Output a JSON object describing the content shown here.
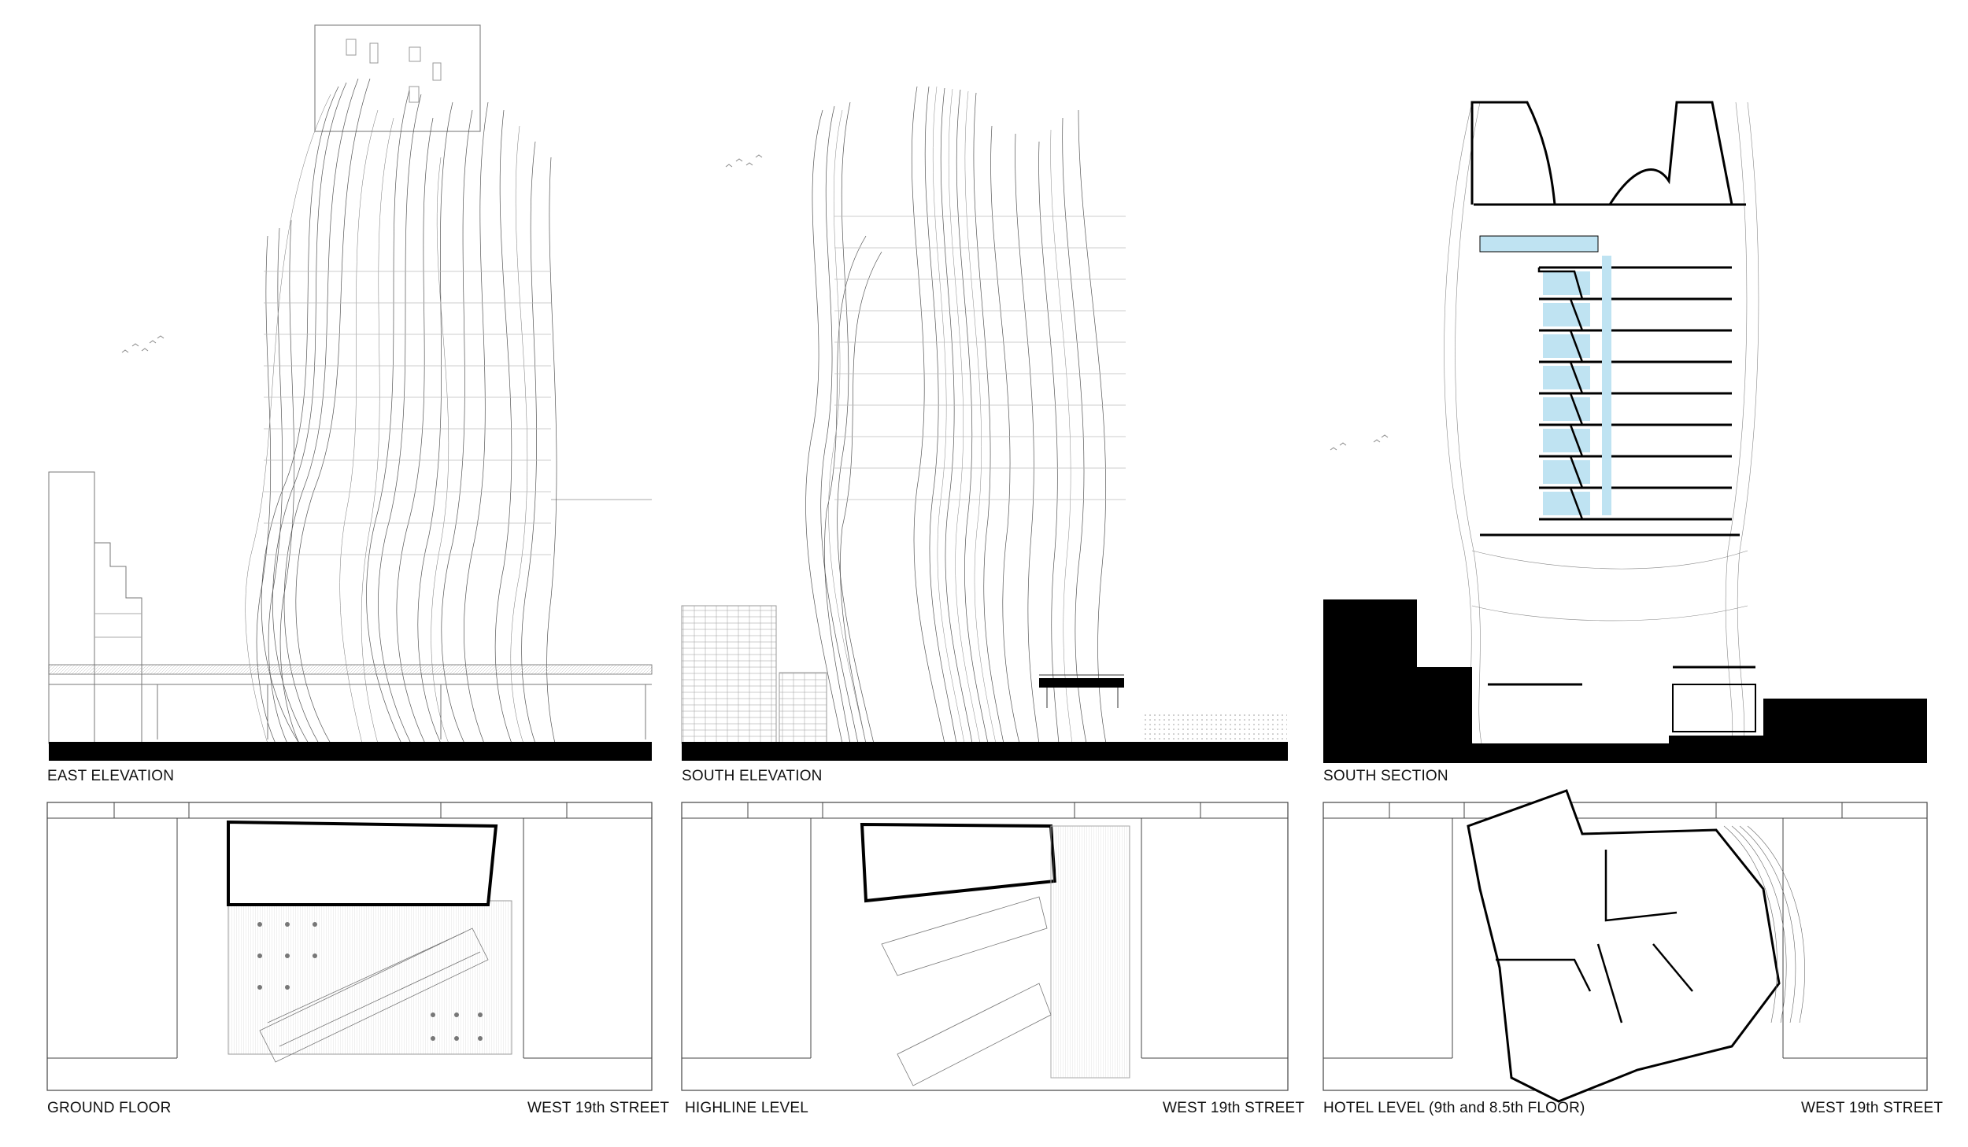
{
  "elevations": [
    {
      "id": "east",
      "label": "EAST ELEVATION"
    },
    {
      "id": "south",
      "label": "SOUTH ELEVATION"
    },
    {
      "id": "section",
      "label": "SOUTH SECTION"
    }
  ],
  "plans": [
    {
      "id": "ground",
      "label": "GROUND FLOOR",
      "street": "WEST 19th STREET"
    },
    {
      "id": "highline",
      "label": "HIGHLINE LEVEL",
      "street": "WEST 19th STREET"
    },
    {
      "id": "hotel",
      "label": "HOTEL LEVEL (9th and 8.5th FLOOR)",
      "street": "WEST 19th STREET"
    }
  ],
  "colors": {
    "line": "#3a3a3a",
    "ink": "#000000",
    "water": "#bfe3f2",
    "ground": "#000000"
  }
}
